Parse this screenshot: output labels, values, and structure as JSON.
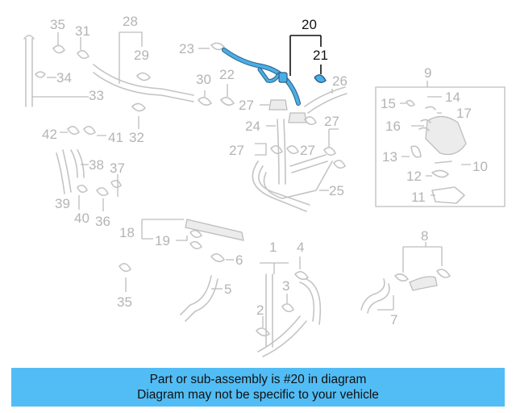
{
  "labels": {
    "p1": "1",
    "p2": "2",
    "p3": "3",
    "p4": "4",
    "p5": "5",
    "p6": "6",
    "p7": "7",
    "p8": "8",
    "p9": "9",
    "p10": "10",
    "p11": "11",
    "p12": "12",
    "p13": "13",
    "p14": "14",
    "p15": "15",
    "p16": "16",
    "p17": "17",
    "p18": "18",
    "p19": "19",
    "p20": "20",
    "p21": "21",
    "p22": "22",
    "p23": "23",
    "p24": "24",
    "p25": "25",
    "p26": "26",
    "p27": "27",
    "p28": "28",
    "p29": "29",
    "p30": "30",
    "p31": "31",
    "p32": "32",
    "p33": "33",
    "p34": "34",
    "p35": "35",
    "p36": "36",
    "p37": "37",
    "p38": "38",
    "p39": "39",
    "p40": "40",
    "p41": "41",
    "p42": "42"
  },
  "highlight": {
    "part": "20",
    "subpart": "21",
    "color": "#4aaee6"
  },
  "banner": {
    "line1": "Part or sub-assembly is #20 in diagram",
    "line2": "Diagram may not be specific to your vehicle",
    "background": "#52bdf5"
  }
}
